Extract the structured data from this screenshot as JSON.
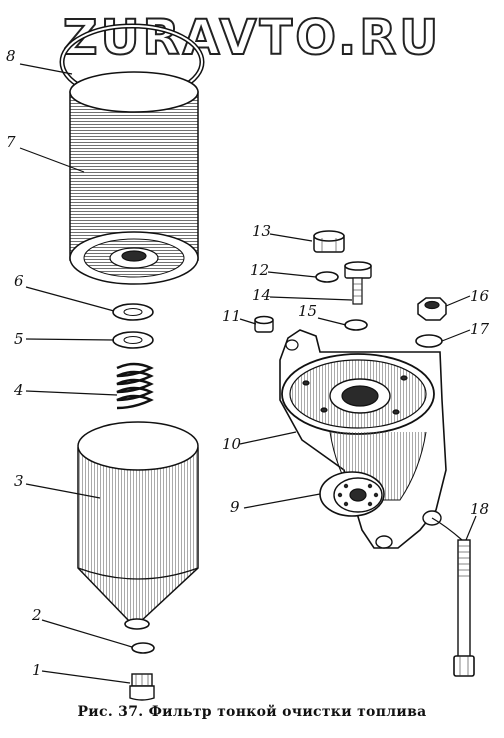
{
  "watermark": "ZURAVTO.RU",
  "caption": "Рис. 37. Фильтр тонкой очистки топлива",
  "labels": {
    "l1": "1",
    "l2": "2",
    "l3": "3",
    "l4": "4",
    "l5": "5",
    "l6": "6",
    "l7": "7",
    "l8": "8",
    "l9": "9",
    "l10": "10",
    "l11": "11",
    "l12": "12",
    "l13": "13",
    "l14": "14",
    "l15": "15",
    "l16": "16",
    "l17": "17",
    "l18": "18"
  }
}
